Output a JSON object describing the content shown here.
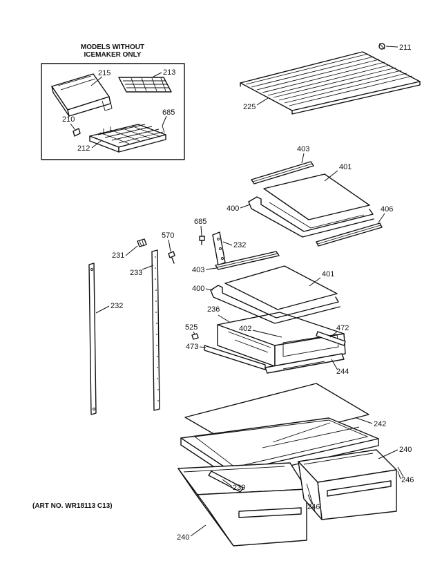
{
  "inset": {
    "header_line1": "MODELS WITHOUT",
    "header_line2": "ICEMAKER ONLY"
  },
  "labels": {
    "p211": "211",
    "p225": "225",
    "p215": "215",
    "p213": "213",
    "p210": "210",
    "p685a": "685",
    "p212": "212",
    "p403a": "403",
    "p401a": "401",
    "p400a": "400",
    "p406": "406",
    "p685b": "685",
    "p232a": "232",
    "p570": "570",
    "p231": "231",
    "p233": "233",
    "p403b": "403",
    "p401b": "401",
    "p400b": "400",
    "p232b": "232",
    "p236": "236",
    "p525": "525",
    "p402": "402",
    "p472": "472",
    "p473": "473",
    "p244": "244",
    "p242": "242",
    "p240a": "240",
    "p246a": "246",
    "p239": "239",
    "p246b": "246",
    "p240b": "240"
  },
  "art_number": "(ART NO. WR18113 C13)"
}
